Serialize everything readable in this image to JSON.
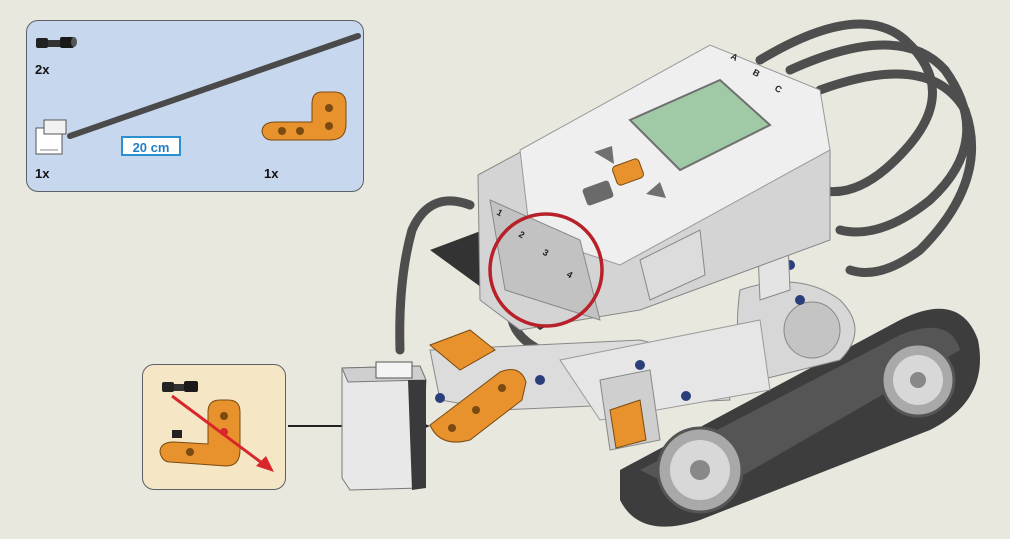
{
  "parts": {
    "pin_qty": "2x",
    "connector_qty": "1x",
    "cable_length": "20 cm",
    "beam_qty": "1x"
  },
  "nxt": {
    "port_labels": [
      "1",
      "2",
      "3",
      "4"
    ],
    "output_port_labels": [
      "A",
      "B",
      "C"
    ]
  },
  "colors": {
    "parts_panel": "#c7d7ee",
    "detail_panel": "#f5e7c6",
    "background": "#e8e8df",
    "beam_orange": "#e8922e",
    "highlight_circle": "#b8202a",
    "direction_arrow": "#d9262b",
    "screen_green": "#9fcaa5"
  }
}
